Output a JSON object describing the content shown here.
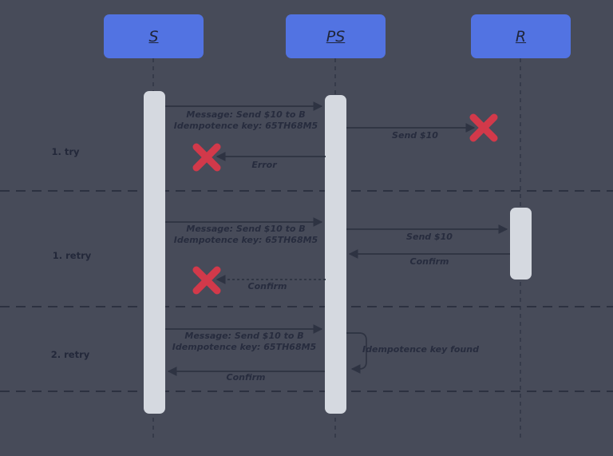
{
  "diagram": {
    "participants": [
      {
        "label": "S"
      },
      {
        "label": "PS"
      },
      {
        "label": "R"
      }
    ],
    "phases": [
      {
        "label": "1. try"
      },
      {
        "label": "1. retry"
      },
      {
        "label": "2. retry"
      }
    ],
    "messages": {
      "try": {
        "request_line1": "Message: Send $10 to B",
        "request_line2": "Idempotence key: 65TH68M5",
        "forward": "Send $10",
        "response": "Error"
      },
      "retry1": {
        "request_line1": "Message: Send $10 to B",
        "request_line2": "Idempotence key: 65TH68M5",
        "forward": "Send $10",
        "forward_response": "Confirm",
        "response": "Confirm"
      },
      "retry2": {
        "request_line1": "Message: Send $10 to B",
        "request_line2": "Idempotence key: 65TH68M5",
        "self_note": "Idempotence key found",
        "response": "Confirm"
      }
    },
    "colors": {
      "background": "#474b59",
      "participant_fill": "#5273e2",
      "activation_fill": "#d5d9e0",
      "line": "#2e3342",
      "failure_x": "#d2394a"
    }
  }
}
